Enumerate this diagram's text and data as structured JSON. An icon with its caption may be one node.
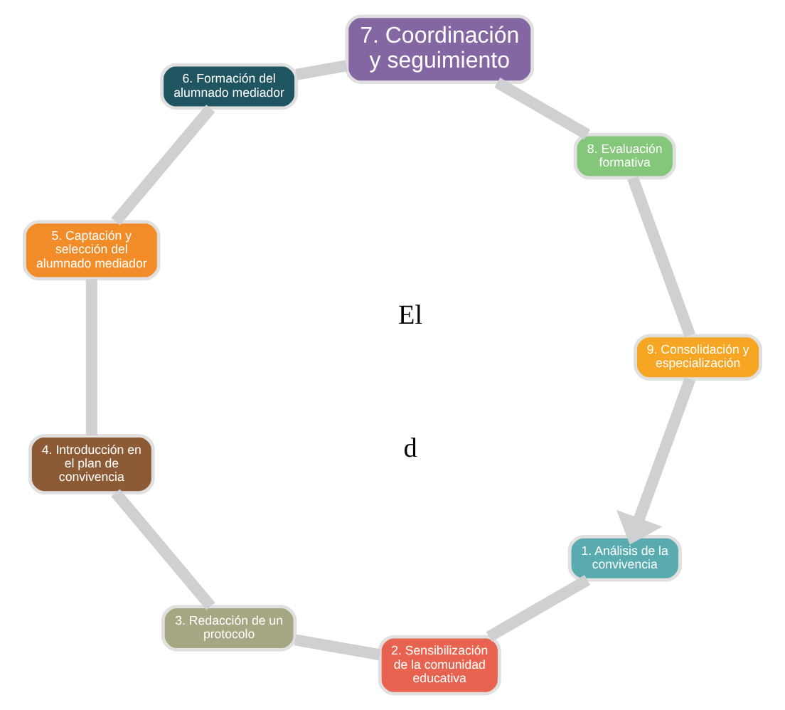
{
  "diagram": {
    "nodes": [
      {
        "text": [
          "1. Análisis de la convivencia"
        ]
      },
      {
        "text": [
          "2. Sensibilización de la comunidad educativa"
        ]
      },
      {
        "text": [
          "3. Redacción de un protocolo"
        ]
      },
      {
        "text": [
          "4. Introducción en el plan de convivencia"
        ]
      },
      {
        "text": [
          "5. Captación y selección del alumnado mediador"
        ]
      },
      {
        "text": [
          "6. Formación del alumnado mediador"
        ]
      },
      {
        "text": [
          "7. Coordinación y seguimiento"
        ]
      },
      {
        "text": [
          "8. Evaluación formativa"
        ]
      },
      {
        "text": [
          "9. Consolidación y especialización"
        ]
      }
    ],
    "edges": [
      {
        "from": 0,
        "to": 1,
        "arrow": "none"
      },
      {
        "from": 1,
        "to": 2,
        "arrow": "none"
      },
      {
        "from": 2,
        "to": 3,
        "arrow": "none"
      },
      {
        "from": 3,
        "to": 4,
        "arrow": "none"
      },
      {
        "from": 4,
        "to": 5,
        "arrow": "none"
      },
      {
        "from": 5,
        "to": 6,
        "arrow": "none"
      },
      {
        "from": 6,
        "to": 7,
        "arrow": "none"
      },
      {
        "from": 7,
        "to": 8,
        "arrow": "none"
      },
      {
        "from": 8,
        "to": 0,
        "arrow": "to"
      }
    ],
    "labels": [
      "El",
      "d"
    ]
  }
}
